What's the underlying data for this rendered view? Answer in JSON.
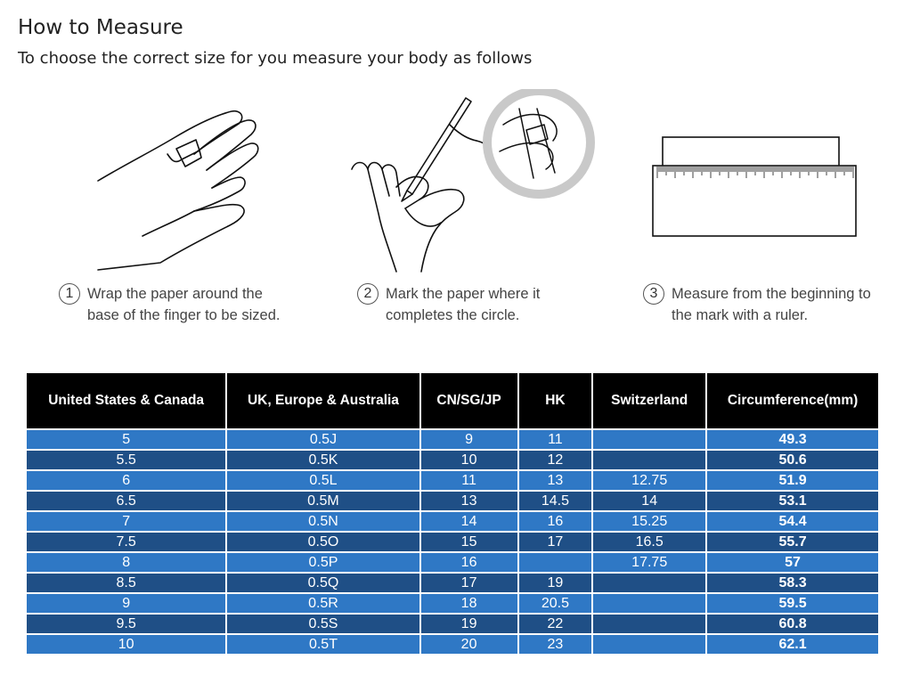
{
  "header": {
    "title": "How to Measure",
    "subtitle": "To choose the correct size for you measure your body as follows"
  },
  "steps": [
    {
      "num": "1",
      "line1": "Wrap the paper around the",
      "line2": "base of the finger to be sized."
    },
    {
      "num": "2",
      "line1": "Mark the paper where it",
      "line2": "completes the circle."
    },
    {
      "num": "3",
      "line1": "Measure from the beginning to",
      "line2": "the mark with a ruler."
    }
  ],
  "table": {
    "headers": [
      "United States & Canada",
      "UK, Europe & Australia",
      "CN/SG/JP",
      "HK",
      "Switzerland",
      "Circumference(mm)"
    ],
    "rows": [
      [
        "5",
        "0.5J",
        "9",
        "11",
        "",
        "49.3"
      ],
      [
        "5.5",
        "0.5K",
        "10",
        "12",
        "",
        "50.6"
      ],
      [
        "6",
        "0.5L",
        "11",
        "13",
        "12.75",
        "51.9"
      ],
      [
        "6.5",
        "0.5M",
        "13",
        "14.5",
        "14",
        "53.1"
      ],
      [
        "7",
        "0.5N",
        "14",
        "16",
        "15.25",
        "54.4"
      ],
      [
        "7.5",
        "0.5O",
        "15",
        "17",
        "16.5",
        "55.7"
      ],
      [
        "8",
        "0.5P",
        "16",
        "",
        "17.75",
        "57"
      ],
      [
        "8.5",
        "0.5Q",
        "17",
        "19",
        "",
        "58.3"
      ],
      [
        "9",
        "0.5R",
        "18",
        "20.5",
        "",
        "59.5"
      ],
      [
        "9.5",
        "0.5S",
        "19",
        "22",
        "",
        "60.8"
      ],
      [
        "10",
        "0.5T",
        "20",
        "23",
        "",
        "62.1"
      ]
    ]
  }
}
